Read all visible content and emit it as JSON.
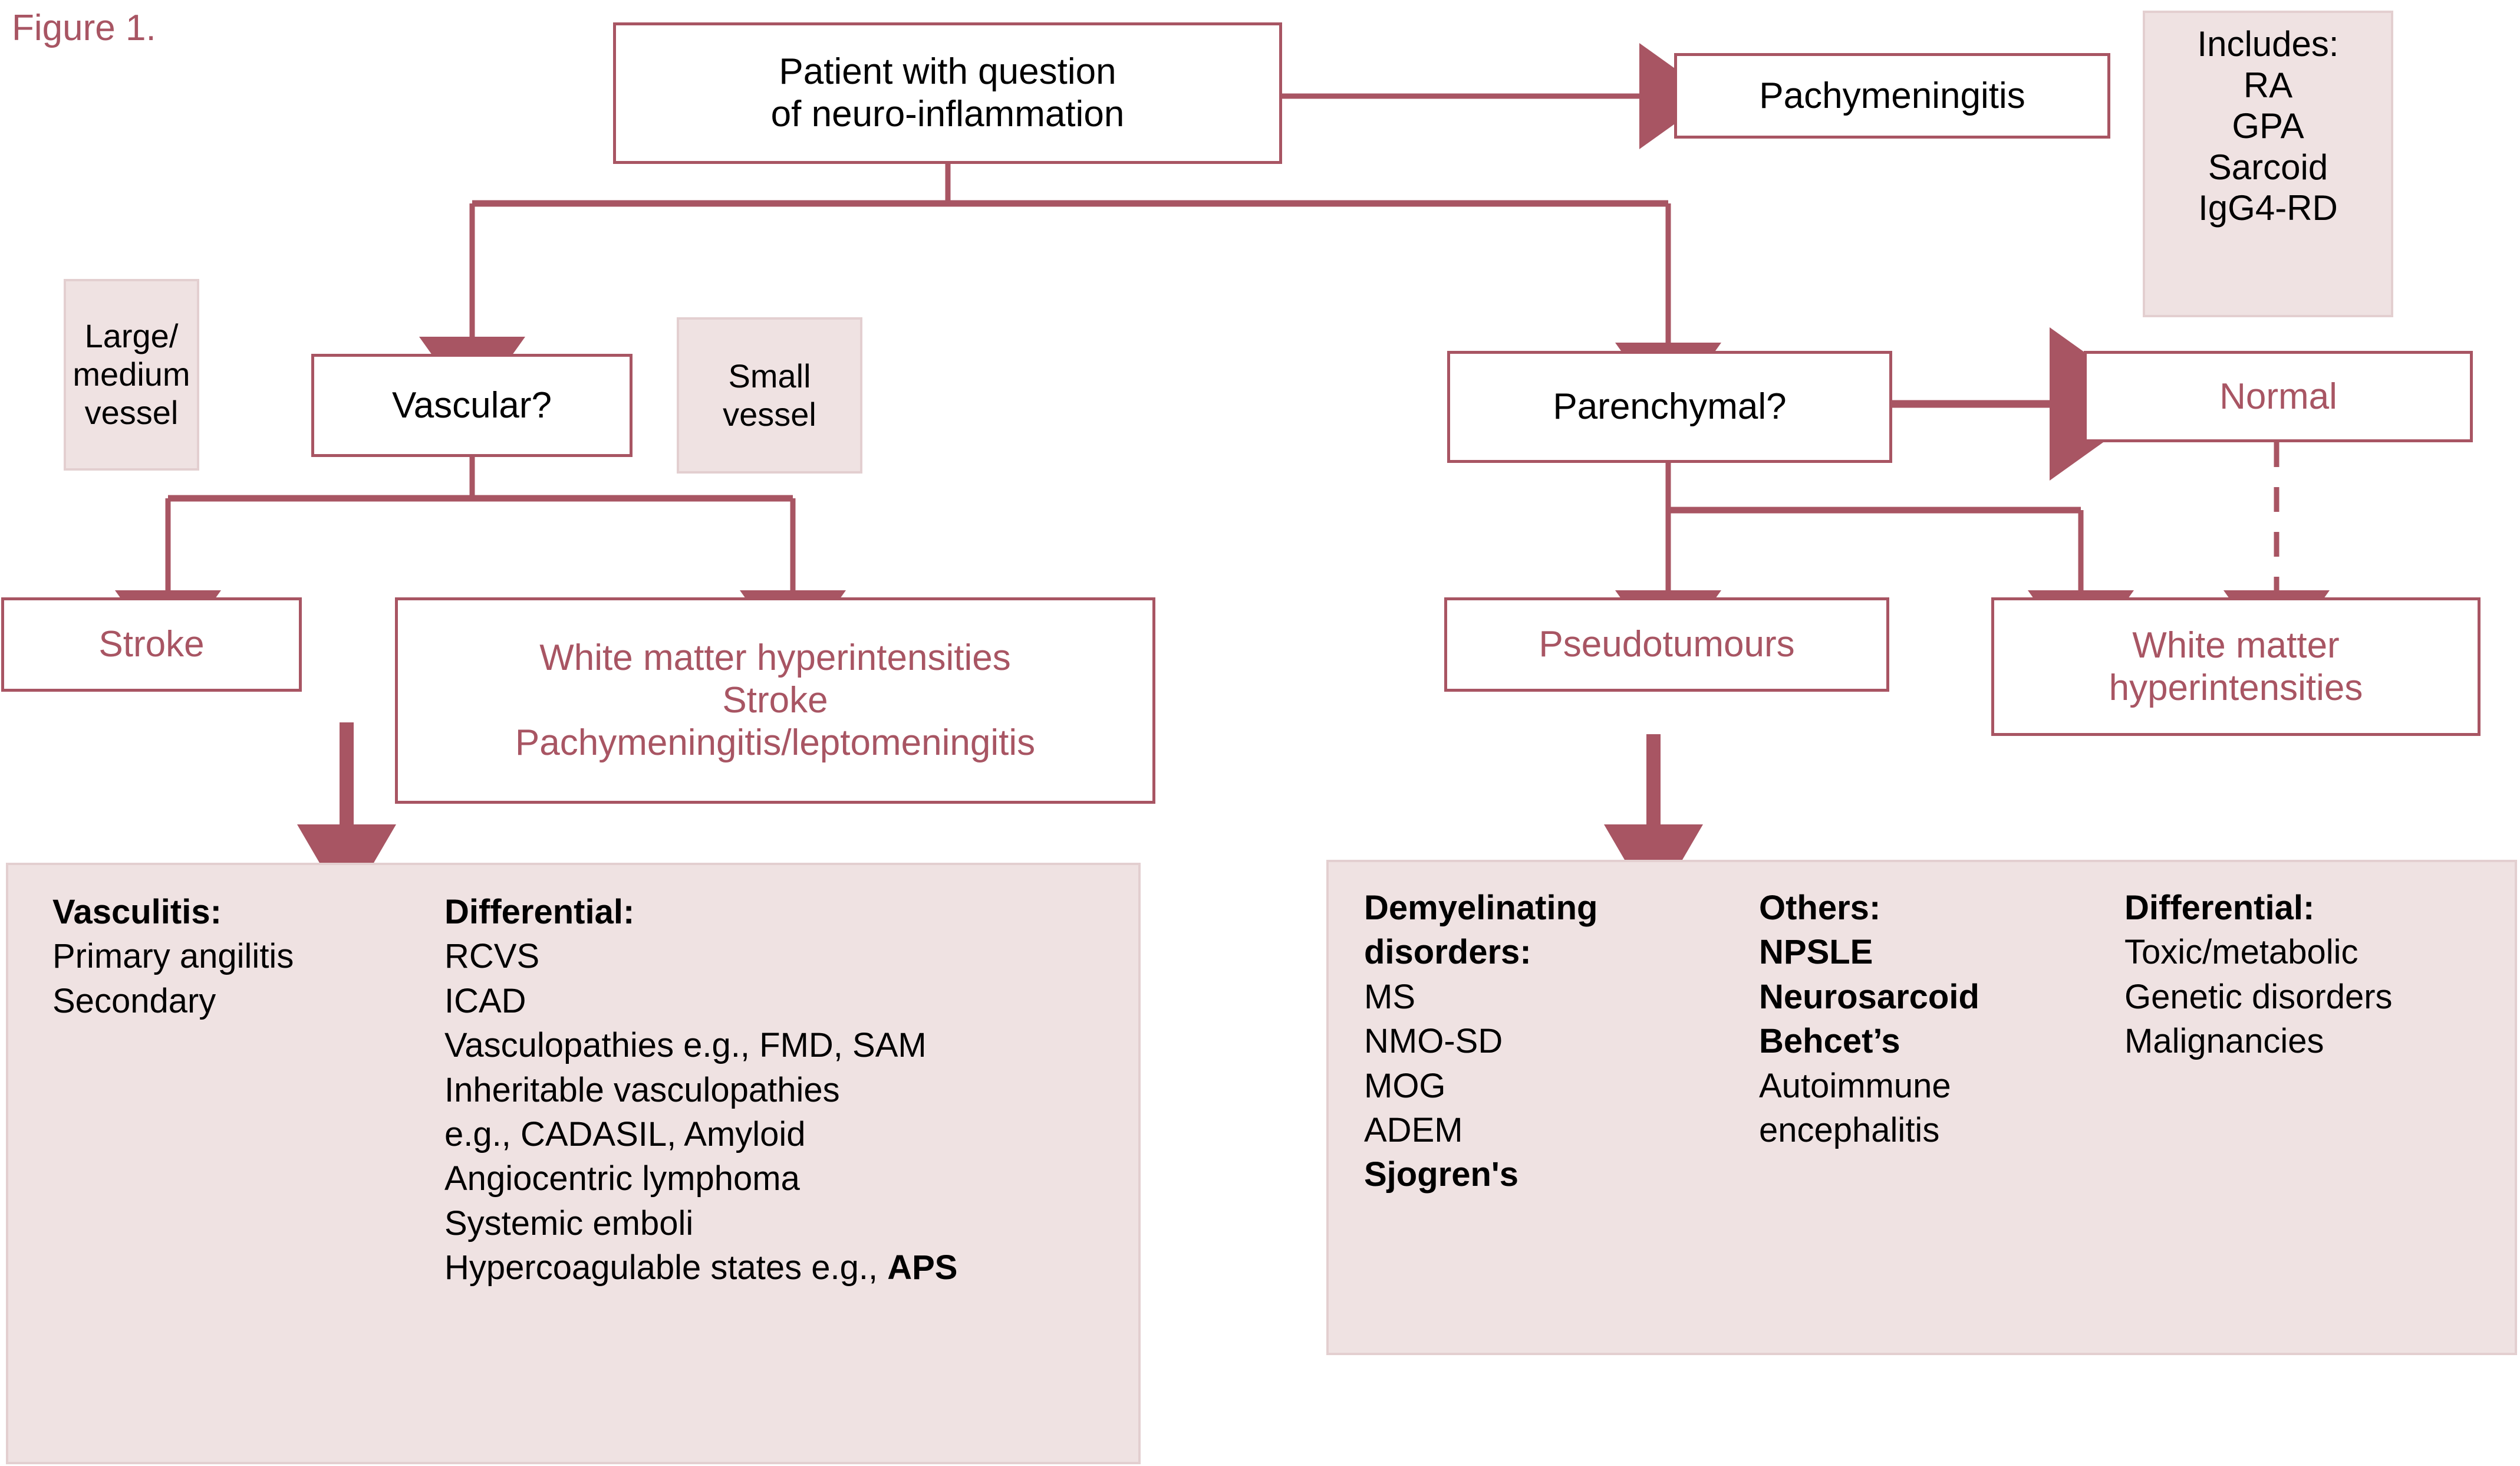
{
  "figure": {
    "label": "Figure 1."
  },
  "colors": {
    "line": "#a85563",
    "fill": "#efe2e2",
    "fill_border": "#e3cfd0",
    "text_dark": "#000000",
    "text_rose": "#a85563",
    "background": "#ffffff"
  },
  "nodes": {
    "root": {
      "line1": "Patient with question",
      "line2": "of neuro-inflammation"
    },
    "pachymeningitis": {
      "label": "Pachymeningitis"
    },
    "includes": {
      "heading": "Includes:",
      "items": [
        "RA",
        "GPA",
        "Sarcoid",
        "IgG4-RD"
      ]
    },
    "large_medium_vessel": {
      "line1": "Large/",
      "line2": "medium",
      "line3": "vessel"
    },
    "vascular": {
      "label": "Vascular?"
    },
    "small_vessel": {
      "line1": "Small",
      "line2": "vessel"
    },
    "parenchymal": {
      "label": "Parenchymal?"
    },
    "normal": {
      "label": "Normal"
    },
    "stroke": {
      "label": "Stroke"
    },
    "wmh_left": {
      "line1": "White matter hyperintensities",
      "line2": "Stroke",
      "line3": "Pachymeningitis/leptomeningitis"
    },
    "pseudotumours": {
      "label": "Pseudotumours"
    },
    "wmh_right": {
      "line1": "White matter",
      "line2": "hyperintensities"
    }
  },
  "panels": {
    "left": {
      "columns": [
        {
          "heading": "Vasculitis:",
          "items": [
            "Primary angilitis",
            "Secondary"
          ]
        },
        {
          "heading": "Differential:",
          "items": [
            "RCVS",
            "ICAD",
            "Vasculopathies e.g., FMD, SAM",
            "Inheritable vasculopathies",
            "e.g., CADASIL, Amyloid",
            "Angiocentric lymphoma",
            "Systemic emboli",
            "Hypercoagulable states e.g., APS"
          ],
          "last_item_bold_suffix": "APS"
        }
      ]
    },
    "right": {
      "columns": [
        {
          "heading_line1": "Demyelinating",
          "heading_line2": "disorders:",
          "items": [
            "MS",
            "NMO-SD",
            "MOG",
            "ADEM",
            "Sjogren's"
          ],
          "bold_items": [
            "Sjogren's"
          ]
        },
        {
          "heading": "Others:",
          "items": [
            "NPSLE",
            "Neurosarcoid",
            "Behcet’s",
            "Autoimmune",
            "encephalitis"
          ],
          "bold_items": [
            "NPSLE",
            "Neurosarcoid",
            "Behcet’s"
          ]
        },
        {
          "heading": "Differential:",
          "items": [
            "Toxic/metabolic",
            "Genetic disorders",
            "Malignancies"
          ],
          "bold_items": []
        }
      ]
    }
  },
  "edges": [
    {
      "name": "root-to-pachymeningitis",
      "style": "solid-arrow"
    },
    {
      "name": "root-to-vascular",
      "style": "solid-arrow"
    },
    {
      "name": "root-to-parenchymal",
      "style": "solid-arrow"
    },
    {
      "name": "vascular-to-stroke",
      "style": "solid-arrow"
    },
    {
      "name": "vascular-to-wmh-left",
      "style": "solid-arrow"
    },
    {
      "name": "parenchymal-to-normal",
      "style": "solid-arrow"
    },
    {
      "name": "parenchymal-to-pseudotumours",
      "style": "solid-arrow"
    },
    {
      "name": "parenchymal-to-wmh-right",
      "style": "solid-arrow"
    },
    {
      "name": "normal-to-wmh-right",
      "style": "dashed-arrow"
    },
    {
      "name": "wmh-left-to-left-panel",
      "style": "thick-arrow"
    },
    {
      "name": "pseudotumours-to-right-panel",
      "style": "thick-arrow"
    }
  ]
}
